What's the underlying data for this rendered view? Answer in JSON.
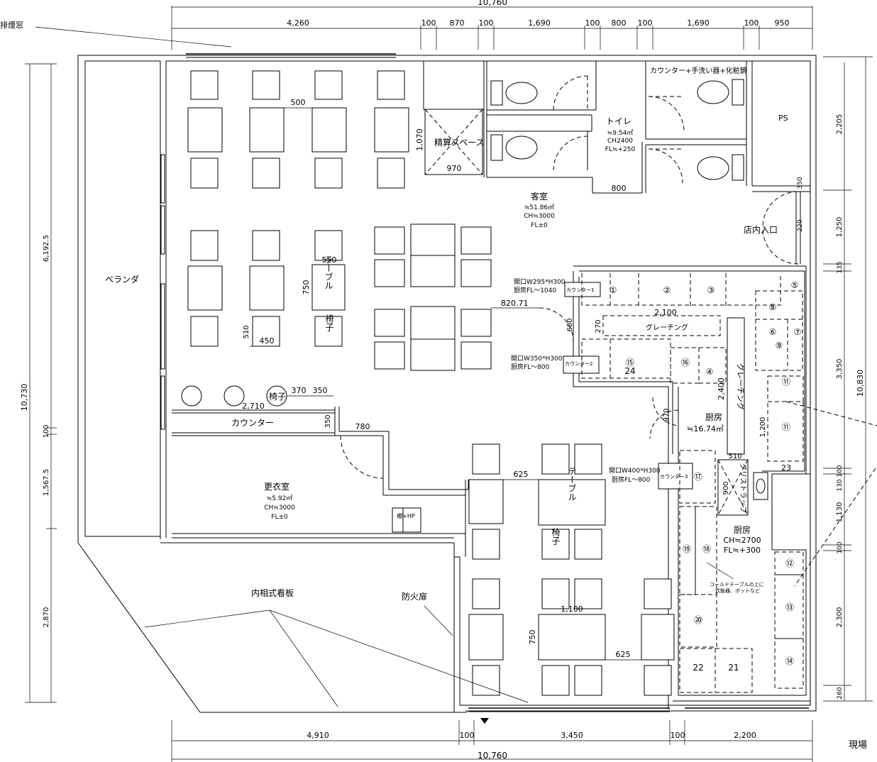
{
  "dimensions": {
    "top_total": "10,760",
    "top_segments": [
      "4,260",
      "100",
      "870",
      "100",
      "1,690",
      "100",
      "800",
      "100",
      "1,690",
      "100",
      "950"
    ],
    "bottom_segments": [
      "4,910",
      "100",
      "3,450",
      "100",
      "2,200"
    ],
    "bottom_total": "10,760",
    "left_outer": "10,730",
    "left_inner": [
      "6,192.5",
      "100",
      "1,567.5",
      "2,870"
    ],
    "right_outer": "10,830",
    "right_inner": [
      "2,205",
      "350",
      "1,250",
      "220",
      "135",
      "3,350",
      "100",
      "130",
      "1,130",
      "100",
      "2,300",
      "260"
    ]
  },
  "labels": {
    "smoke_window": "排煙窓",
    "veranda": "ベランダ",
    "payment_space": "精算スペース",
    "payment_w": "970",
    "payment_h": "1,070",
    "counter_sink": "カウンター+手洗い器+化粧鏡",
    "ps": "PS",
    "toilet": "トイレ",
    "toilet_area": "≒9.54㎡",
    "toilet_ch": "CH2400",
    "toilet_fl": "FL≒+250",
    "toilet_door": "800",
    "guest_room": "客室",
    "guest_area": "≒51.86㎡",
    "guest_ch": "CH≒3000",
    "guest_fl": "FL±0",
    "entrance": "店内入口",
    "dim_500": "500",
    "table": "テーブル",
    "chair": "椅子",
    "dim_550": "550",
    "dim_750a": "750",
    "dim_510": "510",
    "dim_450": "450",
    "dim_370": "370",
    "dim_350a": "350",
    "dim_2710": "2,710",
    "counter": "カウンター",
    "dim_350b": "350",
    "dim_780": "780",
    "changing_room": "更衣室",
    "changing_area": "≒5.92㎡",
    "changing_ch": "CH≒3000",
    "changing_fl": "FL±0",
    "shelf": "棚+HP",
    "opening1_a": "開口W295*H300",
    "opening1_b": "厨房FL～1040",
    "counter1": "カウンター1",
    "dim_820": "820.71",
    "dim_2100": "2,100",
    "dim_680": "680",
    "dim_270": "270",
    "grating_h": "グレーチング",
    "opening2_a": "開口W350*H300",
    "opening2_b": "厨房FL～800",
    "counter2": "カウンター2",
    "dim_2400": "2,400",
    "grating_v": "グレーチング",
    "kitchen1": "厨房",
    "kitchen1_area": "≒16.74㎡",
    "dim_970": "970",
    "dim_1200": "1,200",
    "dim_510b": "510",
    "grease_trap": "グリストラップ",
    "dim_900": "900",
    "opening3_a": "開口W400*H300",
    "opening3_b": "厨房FL～800",
    "counter3": "カウンター3",
    "dim_625a": "625",
    "kitchen2": "厨房",
    "kitchen2_ch": "CH≒2700",
    "kitchen2_fl": "FL≒+300",
    "cold_table_a": "コールドテーブルの上に",
    "cold_table_b": "炊飯器、ポットなど",
    "signboard": "内相式看板",
    "fire_door": "防火扉",
    "dim_1100": "1,100",
    "dim_750b": "750",
    "dim_625b": "625",
    "site": "現場",
    "num_15": "⑮",
    "num_24": "24",
    "num_23": "23",
    "num_22": "22",
    "num_21": "21"
  },
  "circled_numbers": [
    "①",
    "②",
    "③",
    "④",
    "⑤",
    "⑥",
    "⑦",
    "⑧",
    "⑨",
    "⑪",
    "⑪",
    "⑫",
    "⑬",
    "⑭",
    "⑮",
    "⑯",
    "⑰",
    "⑱",
    "⑲",
    "⑳"
  ]
}
